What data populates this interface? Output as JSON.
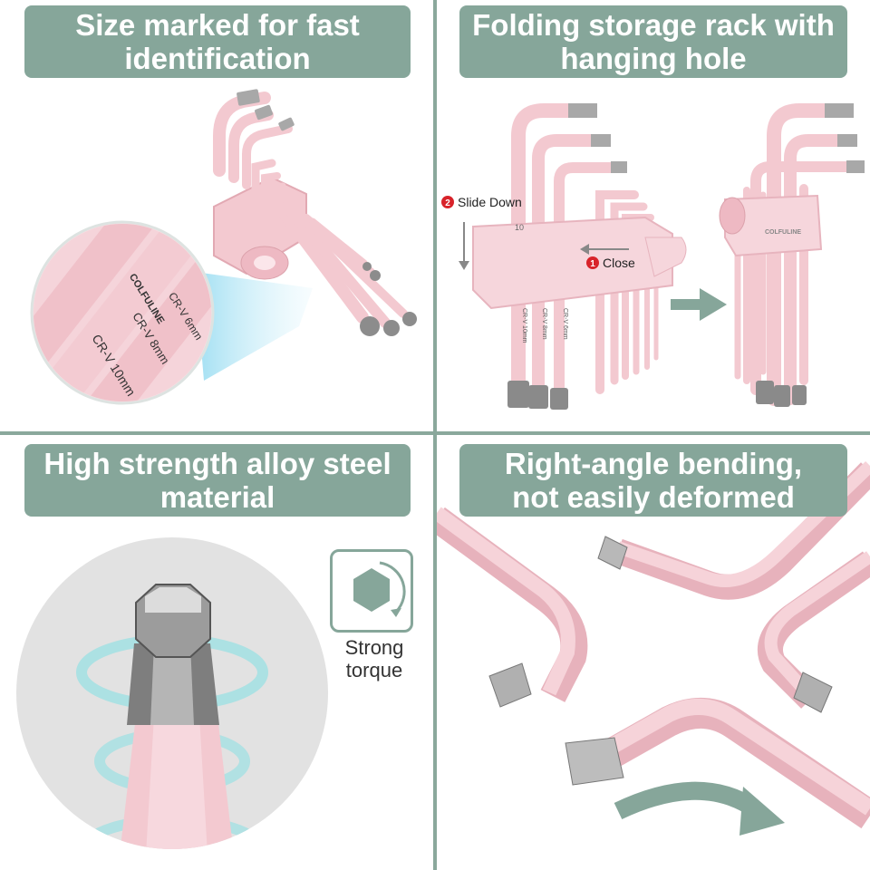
{
  "panels": {
    "size_marked": {
      "title_lines": [
        "Size marked for fast",
        "identification"
      ],
      "brand": "COLFULINE",
      "labels": [
        "CR-V 6mm",
        "CR-V 8mm",
        "CR-V 10mm"
      ]
    },
    "folding_rack": {
      "title_lines": [
        "Folding storage rack with",
        "hanging hole"
      ],
      "step_slide_num": "2",
      "step_slide": "Slide Down",
      "step_close_num": "1",
      "step_close": "Close",
      "rack_size_mark": "10",
      "rack_brand": "COLFULINE",
      "wrench_labels": [
        "CR-V 10mm",
        "CR-V 8mm",
        "CR-V 6mm"
      ]
    },
    "alloy_steel": {
      "title_lines": [
        "High strength alloy steel",
        "material"
      ],
      "badge_lines": [
        "Strong",
        "torque"
      ]
    },
    "right_angle": {
      "title_lines": [
        "Right-angle bending,",
        "not easily deformed"
      ]
    }
  },
  "colors": {
    "banner": "#86a69a",
    "divider": "#8aa89c",
    "pink": "#f3c9d0",
    "pink_dark": "#e2a9b3",
    "steel": "#9a9a9a",
    "accent_red": "#d8232a",
    "glow": "#7fe0e3"
  },
  "icons": [
    "hex-torque-icon",
    "arrow-right-icon",
    "arrow-down-icon",
    "arrow-left-icon",
    "curved-arrow-icon"
  ]
}
